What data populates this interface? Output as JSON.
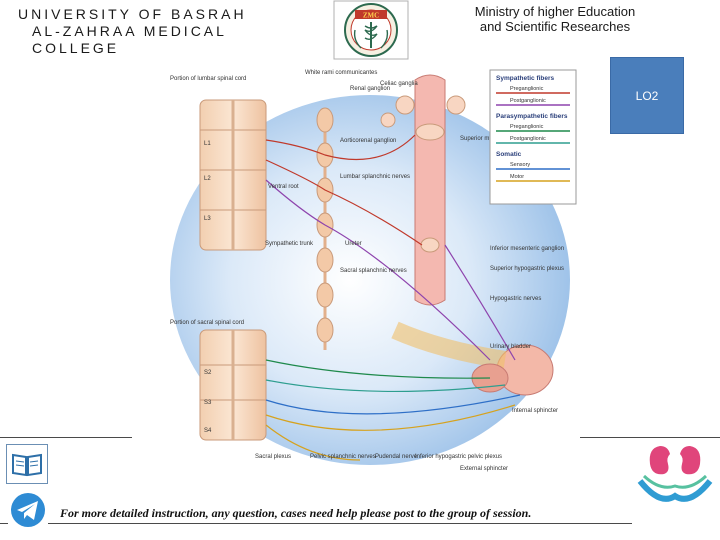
{
  "header": {
    "university_line1": "UNIVERSITY OF BASRAH",
    "university_line2": "AL-ZAHRAA MEDICAL COLLEGE",
    "ministry_line1": "Ministry of higher Education",
    "ministry_line2": "and Scientific Researches",
    "logo_text": "ZMC"
  },
  "lo_badge": "LO2",
  "footer_note": "For more detailed instruction, any question, cases need help please post to the group of session.",
  "diagram": {
    "labels": {
      "lumbar_spinal_cord": "Portion of lumbar spinal cord",
      "white_rami": "White rami communicantes",
      "renal_ganglion": "Renal ganglion",
      "celiac_ganglia": "Celiac ganglia",
      "l1": "L1",
      "l2": "L2",
      "l3": "L3",
      "aorticorenal": "Aorticorenal ganglion",
      "superior_mesenteric": "Superior mesenteric ganglion",
      "lumbar_splanchnic": "Lumbar splanchnic nerves",
      "ventral_root": "Ventral root",
      "sympathetic_trunk": "Sympathetic trunk",
      "ureter": "Ureter",
      "inferior_mesenteric": "Inferior mesenteric ganglion",
      "superior_hypogastric": "Superior hypogastric plexus",
      "hypogastric_nerves": "Hypogastric nerves",
      "sacral_splanchnic": "Sacral splanchnic nerves",
      "sacral_spinal_cord": "Portion of sacral spinal cord",
      "urinary_bladder": "Urinary bladder",
      "s2": "S2",
      "s3": "S3",
      "s4": "S4",
      "internal_sphincter": "Internal sphincter",
      "sacral_plexus": "Sacral plexus",
      "pelvic_splanchnic": "Pelvic splanchnic nerves",
      "pudendal_nerve": "Pudendal nerve",
      "inferior_hypogastric": "Inferior hypogastric pelvic plexus",
      "external_sphincter": "External sphincter"
    },
    "legend": {
      "sympathetic": "Sympathetic fibers",
      "sym_pre": "Preganglionic",
      "sym_post": "Postganglionic",
      "parasympathetic": "Parasympathetic fibers",
      "para_pre": "Preganglionic",
      "para_post": "Postganglionic",
      "somatic": "Somatic",
      "som_sensory": "Sensory",
      "som_motor": "Motor"
    }
  },
  "colors": {
    "sym_pre": "#c0392b",
    "sym_post": "#8e44ad",
    "para_pre": "#1f8a4c",
    "para_post": "#2e9e8f",
    "som_sensory": "#2e6fc7",
    "som_motor": "#d6a21e",
    "lo_badge": "#4a7ebb"
  }
}
